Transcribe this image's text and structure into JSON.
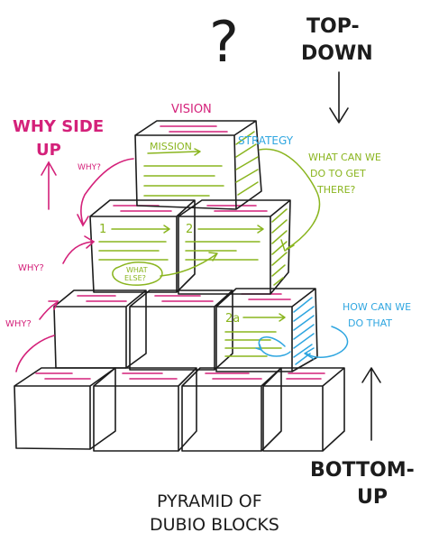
{
  "diagram": {
    "question_mark": "?",
    "title_line1": "PYRAMID OF",
    "title_line2": "DUBIO BLOCKS",
    "vision_label": "VISION",
    "mission_label": "MISSION",
    "strategy_label": "STRATEGY",
    "block1_label": "1",
    "block2_label": "2",
    "block2a_label": "2a",
    "what_else_line1": "WHAT",
    "what_else_line2": "ELSE?",
    "top_down_line1": "TOP-",
    "top_down_line2": "DOWN",
    "bottom_up_line1": "BOTTOM-",
    "bottom_up_line2": "UP",
    "why_side_up_line1": "WHY SIDE",
    "why_side_up_line2": "UP",
    "why_1": "WHY?",
    "why_2": "WHY?",
    "why_3": "WHY?",
    "what_can_line1": "WHAT CAN WE",
    "what_can_line2": "DO TO GET",
    "what_can_line3": "THERE?",
    "how_can_line1": "HOW CAN WE",
    "how_can_line2": "DO THAT"
  },
  "colors": {
    "ink": "#1c1c1c",
    "magenta": "#d4217a",
    "green": "#8ab51f",
    "blue": "#2fa6e0"
  }
}
